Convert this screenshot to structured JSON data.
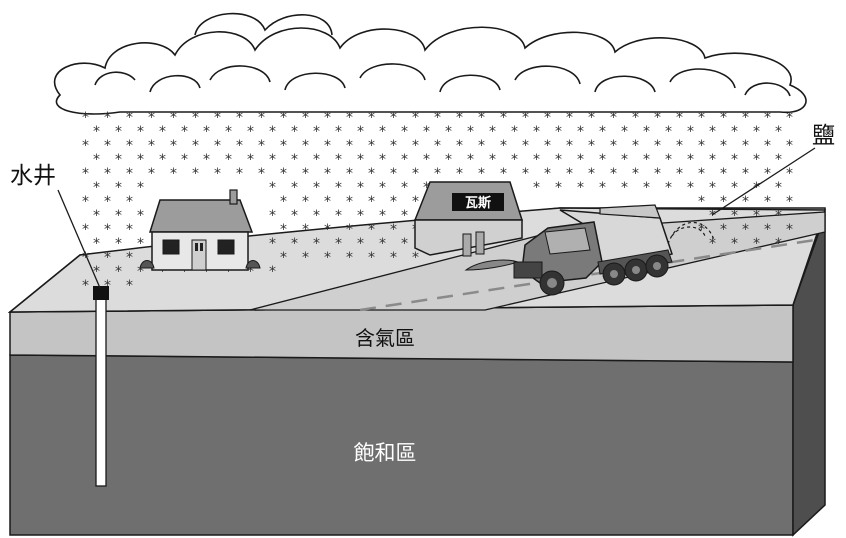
{
  "labels": {
    "well": "水井",
    "salt": "鹽",
    "gas_sign": "瓦斯",
    "unsaturated_zone": "含氣區",
    "saturated_zone": "飽和區"
  },
  "colors": {
    "sky_ground": "#d6d6d6",
    "unsaturated_band": "#b9b9b9",
    "saturated_block": "#6f6f6f",
    "outline": "#1a1a1a"
  }
}
